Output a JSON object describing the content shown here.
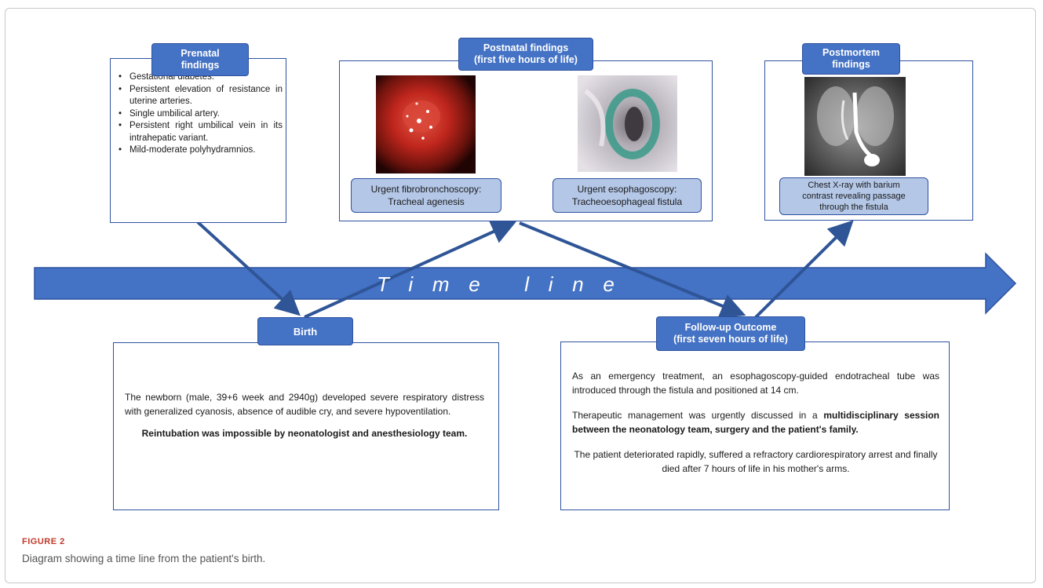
{
  "timeline": {
    "label": "Time line"
  },
  "prenatal": {
    "title": "Prenatal\nfindings",
    "items": [
      "Gestational diabetes.",
      "Persistent elevation of resistance in uterine arteries.",
      "Single umbilical artery.",
      "Persistent right umbilical vein in its intrahepatic variant.",
      "Mild-moderate polyhydramnios."
    ]
  },
  "postnatal": {
    "title": "Postnatal findings\n(first five hours of life)",
    "left_caption": "Urgent fibrobronchoscopy:\nTracheal agenesis",
    "right_caption": "Urgent esophagoscopy:\nTracheoesophageal fistula"
  },
  "postmortem": {
    "title": "Postmortem\nfindings",
    "caption": "Chest X-ray with barium\ncontrast revealing passage\nthrough the fistula"
  },
  "birth": {
    "title": "Birth",
    "text": "The newborn (male, 39+6 week and 2940g) developed severe respiratory distress with generalized cyanosis, absence of audible cry, and severe hypoventilation.",
    "bold": "Reintubation was impossible by neonatologist and anesthesiology team."
  },
  "followup": {
    "title": "Follow-up Outcome\n(first  seven hours of life)",
    "p1": "As an emergency treatment, an esophagoscopy-guided endotracheal tube was introduced through the fistula and positioned at 14 cm.",
    "p2_pre": "Therapeutic management was urgently discussed in a ",
    "p2_bold": "multidisciplinary session between the neonatology team, surgery and the patient's family.",
    "p3": "The patient deteriorated rapidly, suffered a refractory cardiorespiratory arrest and finally died after 7 hours of life in his mother's arms."
  },
  "figure": {
    "label": "FIGURE 2",
    "caption": "Diagram showing a time line from the patient's birth."
  },
  "colors": {
    "accent": "#4472c4",
    "arrow": "#2f5597",
    "caption_fill": "#b4c7e7",
    "border": "#2f52a0"
  }
}
